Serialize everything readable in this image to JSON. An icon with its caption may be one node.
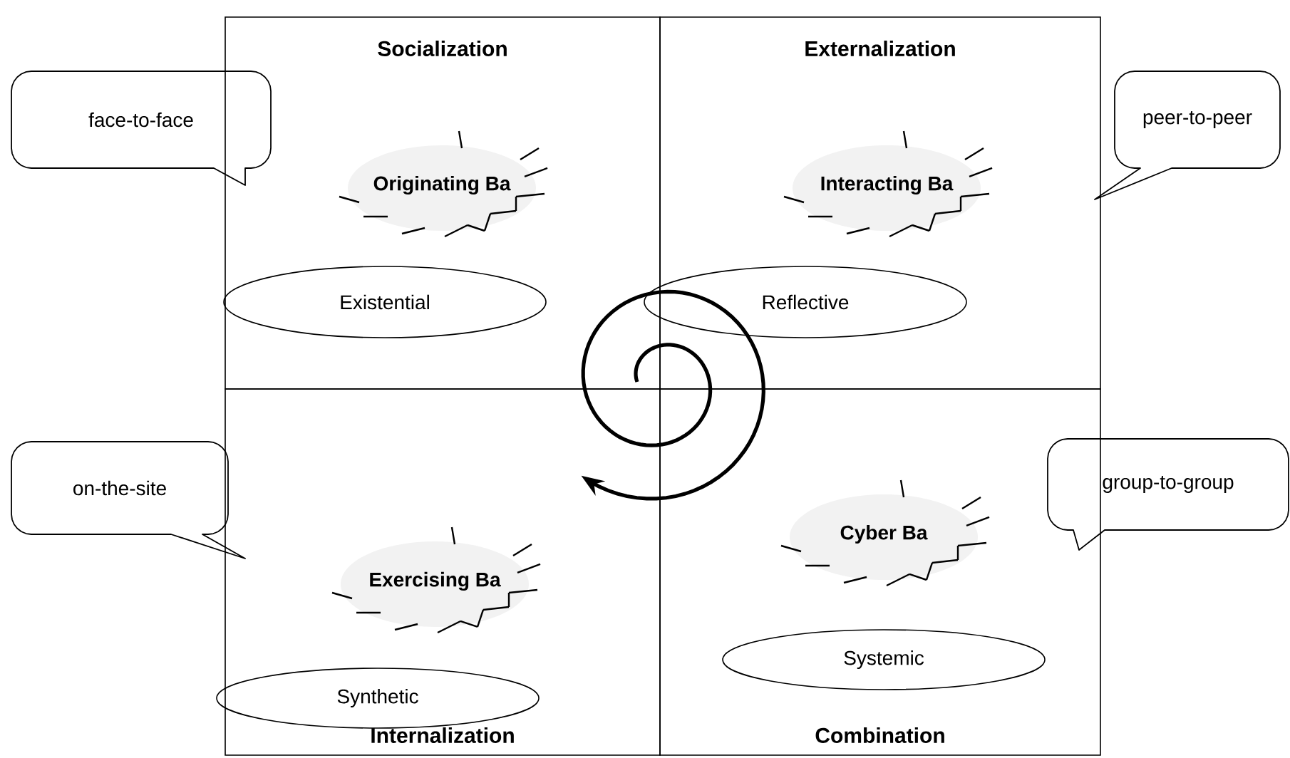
{
  "diagram": {
    "nodes": [
      {
        "text": [
          "Socialization"
        ]
      },
      {
        "text": [
          "Originating Ba"
        ],
        "in": 0
      },
      {
        "text": [
          "Existential"
        ],
        "in": 0
      },
      {
        "text": [
          "Externalization"
        ]
      },
      {
        "text": [
          "Interacting Ba"
        ],
        "in": 3
      },
      {
        "text": [
          "Reflective"
        ],
        "in": 3
      },
      {
        "text": [
          "Internalization"
        ]
      },
      {
        "text": [
          "Exercising Ba"
        ],
        "in": 6
      },
      {
        "text": [
          "Synthetic"
        ],
        "in": 6
      },
      {
        "text": [
          "Combination"
        ]
      },
      {
        "text": [
          "Cyber Ba"
        ],
        "in": 9
      },
      {
        "text": [
          "Systemic"
        ],
        "in": 9
      },
      {
        "text": [
          "face-to-face"
        ]
      },
      {
        "text": [
          "peer-to-peer"
        ]
      },
      {
        "text": [
          "on-the-site"
        ]
      },
      {
        "text": [
          "group-to-group"
        ]
      }
    ]
  }
}
